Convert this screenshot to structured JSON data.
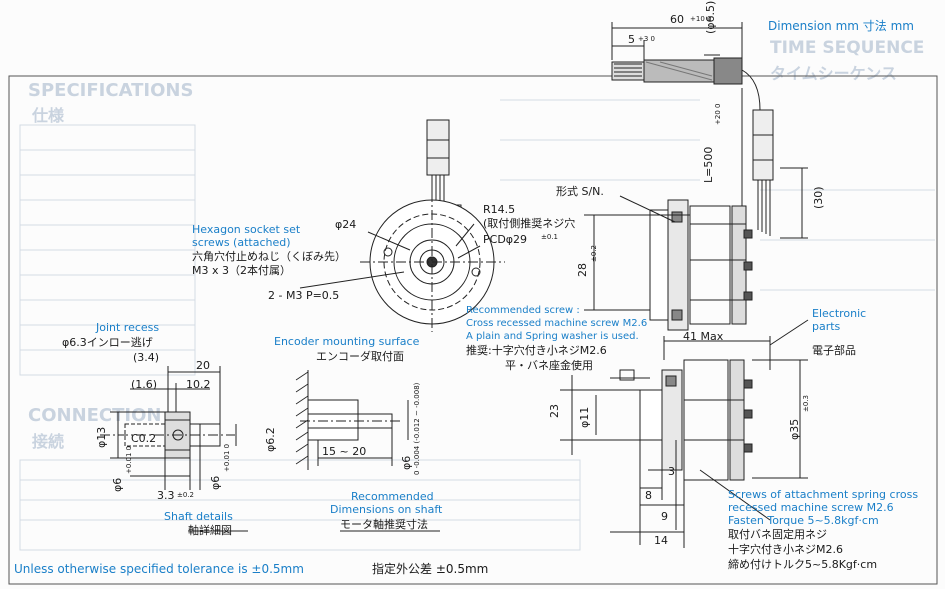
{
  "header": {
    "dimension_unit": "Dimension mm 寸法 mm"
  },
  "faded_background": {
    "time_sequence": "TIME SEQUENCE",
    "time_sequence_jp": "タイムシーケンス",
    "specifications": "SPECIFICATIONS",
    "specifications_jp": "仕様",
    "connection": "CONNECTION",
    "connection_jp": "接続"
  },
  "cable": {
    "length_60": "60",
    "length_60_tol": "+10 0",
    "length_5": "5",
    "length_5_tol": "+3 0",
    "diameter": "(φ6.5)",
    "length_500": "L=500",
    "length_500_tol": "+20 0",
    "dim_30": "(30)"
  },
  "front_view": {
    "phi24": "φ24",
    "r14_5": "R14.5",
    "mount_holes_jp": "(取付側推奨ネジ穴",
    "pcd": "PCDφ29",
    "pcd_tol": "±0.1",
    "hex_screws_en_1": "Hexagon socket set",
    "hex_screws_en_2": "screws (attached)",
    "hex_screws_jp_1": "六角穴付止めねじ（くぼみ先）",
    "hex_screws_jp_2": "M3 x 3（2本付属）",
    "m3_holes": "2 - M3 P=0.5"
  },
  "side_view": {
    "model_sn": "形式  S/N.",
    "dim_28": "28",
    "dim_28_tol": "±0.2",
    "electronic_parts_1": "Electronic",
    "electronic_parts_2": "parts",
    "electronic_parts_jp": "電子部品"
  },
  "recommended_screw": {
    "en_1": "Recommended screw :",
    "en_2": "Cross recessed machine screw M2.6",
    "en_3": "A plain and Spring washer is used.",
    "jp_1": "推奨:十字穴付き小ネジM2.6",
    "jp_2": "平・バネ座金使用"
  },
  "bottom_side": {
    "max41": "41 Max",
    "dim_23": "23",
    "phi11": "φ11",
    "phi35": "φ35",
    "phi35_tol": "±0.3",
    "dim_3": "3",
    "dim_8": "8",
    "dim_9": "9",
    "dim_14": "14",
    "attach_en_1": "Screws of attachment spring cross",
    "attach_en_2": "recessed machine screw M2.6",
    "attach_en_3": "Fasten Torque 5~5.8kgf·cm",
    "attach_jp_1": "取付バネ固定用ネジ",
    "attach_jp_2": "十字穴付き小ネジM2.6",
    "attach_jp_3": "締め付けトルク5~5.8Kgf·cm"
  },
  "shaft_details": {
    "joint_en": "Joint recess",
    "joint_jp": "φ6.3インロー逃げ",
    "dim_3_4": "(3.4)",
    "dim_20": "20",
    "dim_1_6": "(1.6)",
    "dim_10_2": "10.2",
    "phi13": "φ13",
    "c0_2": "C0.2",
    "phi6_shaft": "φ6",
    "phi6_shaft_tol": "+0.01 0",
    "phi6_hole": "φ6",
    "phi6_hole_tol": "+0.01 0",
    "phi6_2": "φ6.2",
    "dim_3_3": "3.3",
    "dim_3_3_tol": "±0.2",
    "title_en": "Shaft details",
    "title_jp": "軸詳細図"
  },
  "encoder_mount": {
    "title_en": "Encoder mounting surface",
    "title_jp": "エンコーダ取付面",
    "phi6_h6": "φ6",
    "h6_tol": "0 -0.004 (-0.012 ~ -0.008)",
    "range": "15 ~ 20",
    "title2_en_1": "Recommended",
    "title2_en_2": "Dimensions on shaft",
    "title2_jp": "モータ軸推奨寸法"
  },
  "footer": {
    "tolerance_en": "Unless otherwise specified tolerance is ±0.5mm",
    "tolerance_jp": "指定外公差 ±0.5mm"
  }
}
